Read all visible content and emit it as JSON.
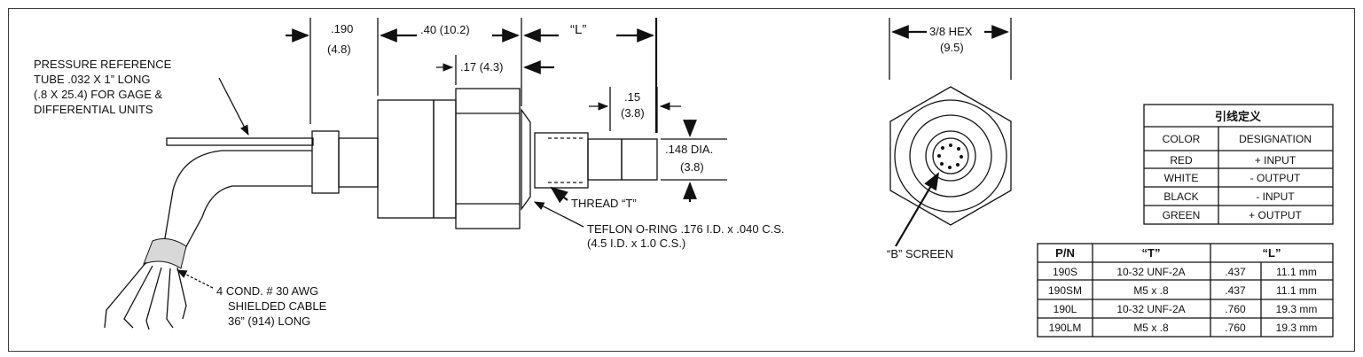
{
  "labels": {
    "dim_190": ".190",
    "dim_190_mm": "(4.8)",
    "dim_40": ".40 (10.2)",
    "dim_L": "“L”",
    "dim_17": ".17 (4.3)",
    "dim_15": ".15",
    "dim_15_mm": "(3.8)",
    "dim_148": ".148 DIA.",
    "dim_148_mm": "(3.8)",
    "pressure_ref": [
      "PRESSURE REFERENCE",
      "TUBE .032 X 1” LONG",
      "(.8 X 25.4) FOR GAGE &",
      "DIFFERENTIAL UNITS"
    ],
    "thread": "THREAD “T”",
    "teflon": [
      "TEFLON O-RING .176 I.D. x .040 C.S.",
      "(4.5 I.D. x 1.0 C.S.)"
    ],
    "cable": [
      "4 COND. # 30 AWG",
      "SHIELDED  CABLE",
      "36” (914) LONG"
    ],
    "hex": "3/8 HEX",
    "hex_mm": "(9.5)",
    "screen": "“B” SCREEN"
  },
  "lead_table": {
    "title": "引线定义",
    "headers": [
      "COLOR",
      "DESIGNATION"
    ],
    "rows": [
      [
        "RED",
        "+ INPUT"
      ],
      [
        "WHITE",
        "- OUTPUT"
      ],
      [
        "BLACK",
        "- INPUT"
      ],
      [
        "GREEN",
        "+ OUTPUT"
      ]
    ]
  },
  "pn_table": {
    "headers": [
      "P/N",
      "“T”",
      "“L”"
    ],
    "rows": [
      [
        "190S",
        "10-32 UNF-2A",
        ".437",
        "11.1 mm"
      ],
      [
        "190SM",
        "M5 x .8",
        ".437",
        "11.1 mm"
      ],
      [
        "190L",
        "10-32 UNF-2A",
        ".760",
        "19.3 mm"
      ],
      [
        "190LM",
        "M5 x .8",
        ".760",
        "19.3 mm"
      ]
    ]
  },
  "colors": {
    "ink": "#111111",
    "frame": "#3a3a3a"
  }
}
